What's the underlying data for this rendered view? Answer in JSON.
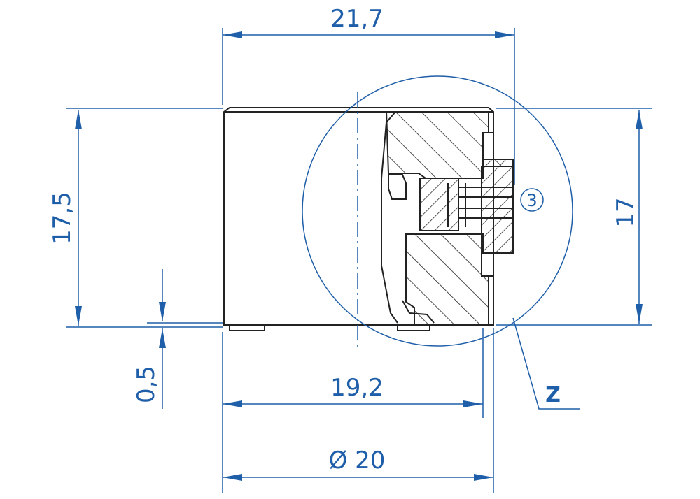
{
  "colors": {
    "dimension": "#1f5ea8",
    "outline": "#222222",
    "background": "#ffffff"
  },
  "dimensions": {
    "total_length": "21,7",
    "height_left": "17,5",
    "height_right": "17",
    "gap": "0,5",
    "inner_length": "19,2",
    "diameter": "Ø 20"
  },
  "callout": {
    "number": "3"
  },
  "detail": {
    "label": "Z"
  }
}
